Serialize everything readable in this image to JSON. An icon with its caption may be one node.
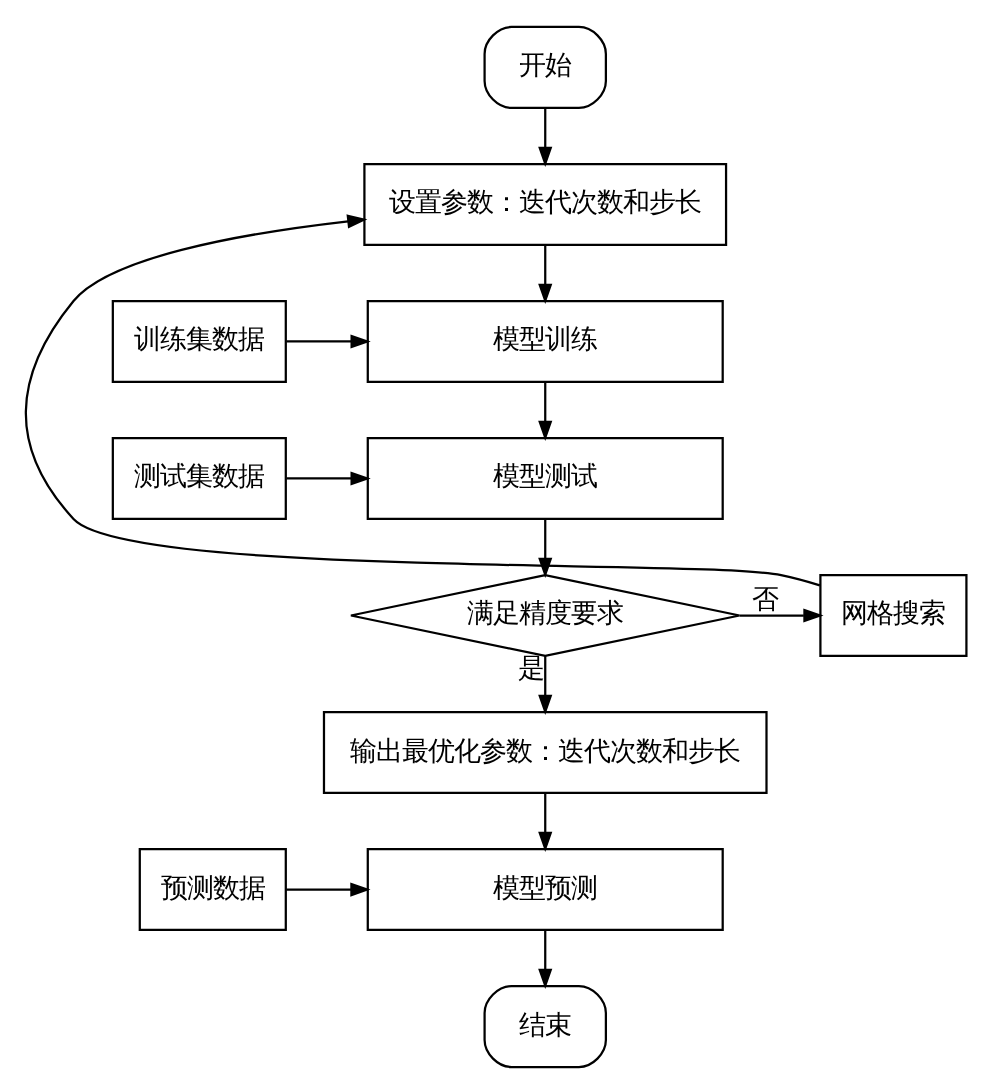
{
  "diagram": {
    "nodes": [
      {
        "text": [
          "开始"
        ]
      },
      {
        "text": [
          "设置参数：迭代次数和步长"
        ]
      },
      {
        "text": [
          "训练集数据"
        ]
      },
      {
        "text": [
          "模型训练"
        ]
      },
      {
        "text": [
          "测试集数据"
        ]
      },
      {
        "text": [
          "模型测试"
        ]
      },
      {
        "text": [
          "满足精度要求"
        ]
      },
      {
        "text": [
          "网格搜索"
        ]
      },
      {
        "text": [
          "输出最优化参数：迭代次数和步长"
        ]
      },
      {
        "text": [
          "预测数据"
        ]
      },
      {
        "text": [
          "模型预测"
        ]
      },
      {
        "text": [
          "结束"
        ]
      }
    ],
    "edges": [
      {
        "from": 0,
        "to": 1,
        "arrow": "to"
      },
      {
        "from": 2,
        "to": 3,
        "arrow": "to"
      },
      {
        "from": 1,
        "to": 3,
        "arrow": "to"
      },
      {
        "from": 3,
        "to": 5,
        "arrow": "to"
      },
      {
        "from": 4,
        "to": 5,
        "arrow": "to"
      },
      {
        "from": 5,
        "to": 6,
        "arrow": "to"
      },
      {
        "from": 6,
        "to": 7,
        "arrow": "to",
        "label": "否"
      },
      {
        "from": 7,
        "to": 1,
        "arrow": "to"
      },
      {
        "from": 6,
        "to": 8,
        "arrow": "to",
        "label": "是"
      },
      {
        "from": 8,
        "to": 10,
        "arrow": "to"
      },
      {
        "from": 9,
        "to": 10,
        "arrow": "to"
      },
      {
        "from": 10,
        "to": 11,
        "arrow": "to"
      }
    ]
  }
}
